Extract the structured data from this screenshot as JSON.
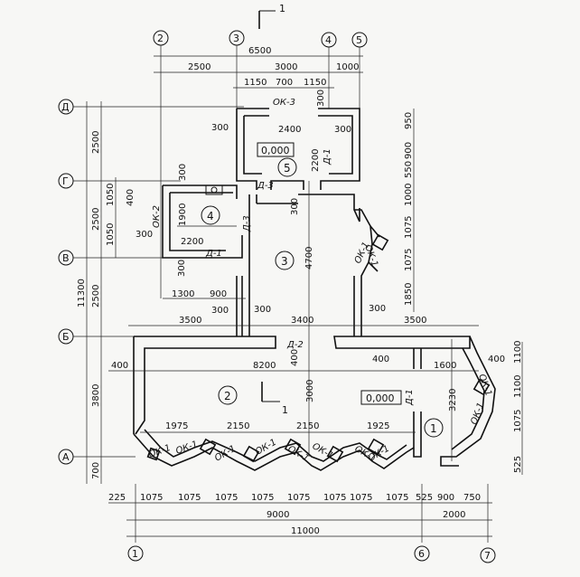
{
  "section_mark": "1",
  "axes": {
    "vertical": [
      "1",
      "2",
      "3",
      "4",
      "5",
      "6",
      "7"
    ],
    "horizontal": [
      "Д",
      "Г",
      "В",
      "Б",
      "А"
    ]
  },
  "dims": {
    "top_total": "6500",
    "top_row": [
      "2500",
      "3000",
      "1000"
    ],
    "top_inner": [
      "1150",
      "700",
      "1150"
    ],
    "left_total": "11300",
    "left_row": [
      "2500",
      "2500",
      "2500",
      "3800",
      "700"
    ],
    "left_inner": [
      "1050",
      "1050"
    ],
    "right_col": [
      "950",
      "900",
      "550",
      "1000",
      "1075",
      "1075",
      "1850"
    ],
    "right_lower": [
      "1100",
      "1100",
      "1075",
      "525"
    ],
    "bottom_row": [
      "225",
      "1075",
      "1075",
      "1075",
      "1075",
      "1075",
      "1075",
      "1075",
      "1075",
      "525",
      "900",
      "750"
    ],
    "bottom_total1": "9000",
    "bottom_total2": "2000",
    "bottom_total3": "11000",
    "mid_row1": [
      "3500",
      "3400",
      "3500"
    ],
    "mid_row2": [
      "400",
      "8200",
      "400",
      "1600",
      "400"
    ],
    "win_row": [
      "1975",
      "2150",
      "2150",
      "1925"
    ],
    "misc": {
      "d300a": "300",
      "d300b": "300",
      "d300c": "300",
      "d300d": "300",
      "d300e": "300",
      "d300f": "300",
      "d300g": "300",
      "d300h": "300",
      "d300i": "300",
      "d300j": "300",
      "d2400": "2400",
      "d2200v": "2200",
      "d2200": "2200",
      "d1900": "1900",
      "d1300": "1300",
      "d900": "900",
      "d400": "400",
      "d4700": "4700",
      "d3000": "3000",
      "d3230": "3230"
    }
  },
  "labels": {
    "ok3": "ОК-3",
    "ok2": "ОК-2",
    "ok1": "ОК-1",
    "d1": "Д-1",
    "d2": "Д-2",
    "d3": "Д-3"
  },
  "rooms": [
    "1",
    "2",
    "3",
    "4",
    "5"
  ],
  "elevations": [
    "0,000",
    "0,000"
  ]
}
